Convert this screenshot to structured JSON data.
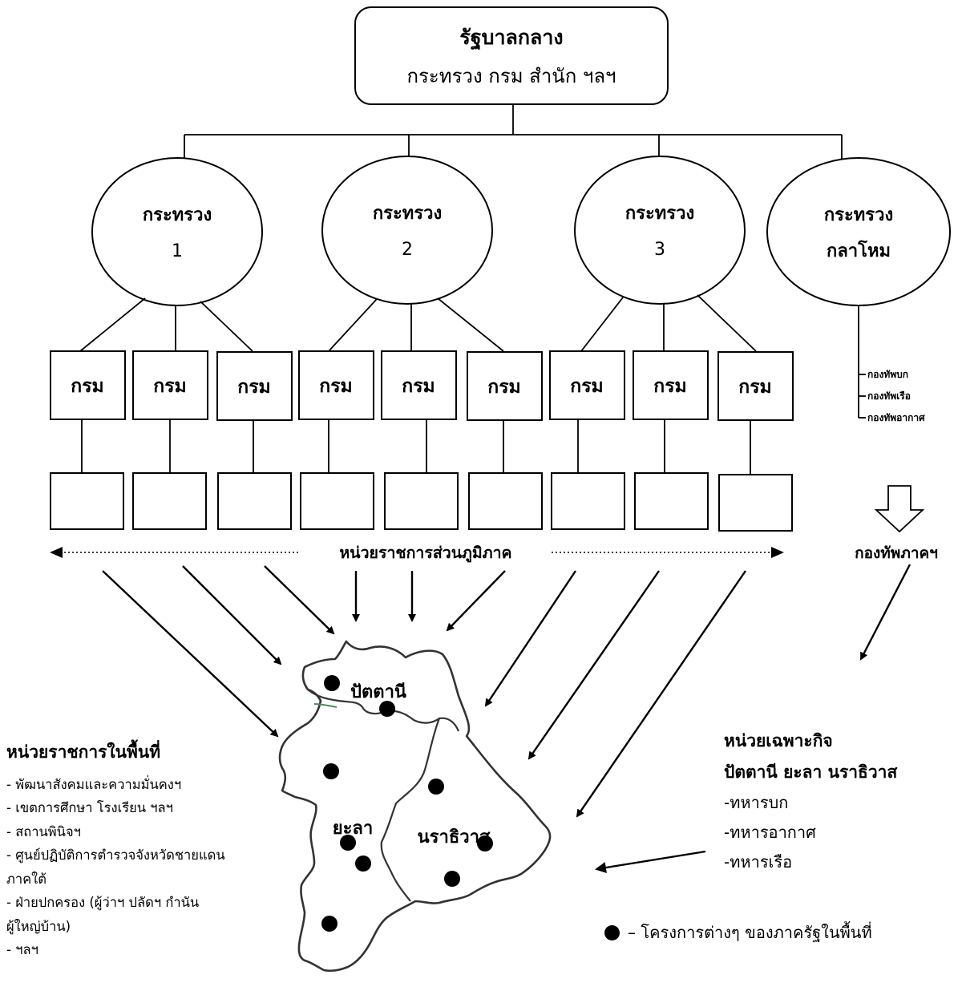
{
  "central_gov": {
    "title": "รัฐบาลกลาง",
    "subtitle": "กระทรวง กรม สำนัก ฯลฯ"
  },
  "ministries": [
    {
      "line1": "กระทรวง",
      "line2": "1"
    },
    {
      "line1": "กระทรวง",
      "line2": "2"
    },
    {
      "line1": "กระทรวง",
      "line2": "3"
    },
    {
      "line1": "กระทรวง",
      "line2": "กลาโหม"
    }
  ],
  "department_label": "กรม",
  "department_count": 9,
  "defense_branches": [
    "กองทัพบก",
    "กองทัพเรือ",
    "กองทัพอากาศ"
  ],
  "regional_units_label": "หน่วยราชการส่วนภูมิภาค",
  "regional_army_label": "กองทัพภาคฯ",
  "provinces": {
    "pattani": "ปัตตานี",
    "yala": "ยะลา",
    "narathiwat": "นราธิวาส"
  },
  "local_units": {
    "title": "หน่วยราชการในพื้นที่",
    "items": [
      "- พัฒนาสังคมและความมั่นคงฯ",
      "- เขตการศึกษา โรงเรียน ฯลฯ",
      "- สถานพินิจฯ",
      "- ศูนย์ปฏิบัติการตำรวจจังหวัดชายแดนภาคใต้",
      "- ฝ่ายปกครอง (ผู้ว่าฯ ปลัดฯ กำนัน ผู้ใหญ่บ้าน)",
      "- ฯลฯ"
    ]
  },
  "special_units": {
    "title_line1": "หน่วยเฉพาะกิจ",
    "title_line2": "ปัตตานี ยะลา นราธิวาส",
    "items": [
      "-ทหารบก",
      "-ทหารอากาศ",
      "-ทหารเรือ"
    ]
  },
  "legend": {
    "text": "– โครงการต่างๆ ของภาครัฐในพื้นที่"
  }
}
